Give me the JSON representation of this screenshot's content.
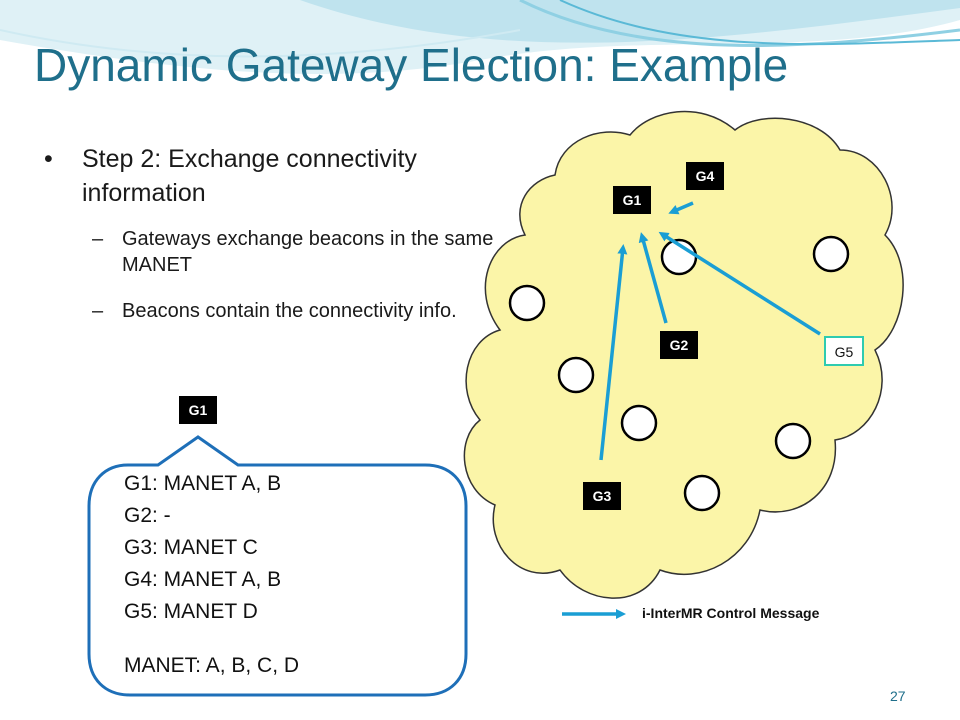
{
  "slide": {
    "title": "Dynamic Gateway Election: Example",
    "bullet": {
      "marker": "•",
      "text": "Step 2: Exchange connectivity information",
      "sub": [
        {
          "marker": "–",
          "text": "Gateways exchange beacons in the same MANET"
        },
        {
          "marker": "–",
          "text": "Beacons contain the connectivity info."
        }
      ]
    },
    "callout": {
      "gateway_label": "G1",
      "lines": [
        "G1: MANET A, B",
        "G2: -",
        "G3: MANET C",
        "G4: MANET A, B",
        "G5: MANET D"
      ],
      "summary": "MANET: A, B, C, D"
    },
    "diagram": {
      "gateways": [
        "G1",
        "G2",
        "G3",
        "G4",
        "G5"
      ]
    },
    "legend": {
      "label": "i-InterMR  Control Message"
    },
    "page_number": "27",
    "colors": {
      "title": "#1f6f8b",
      "cloud_fill": "#fbf5a8",
      "arrow": "#1a9ed4",
      "highlight_border": "#2ecbb0"
    }
  }
}
